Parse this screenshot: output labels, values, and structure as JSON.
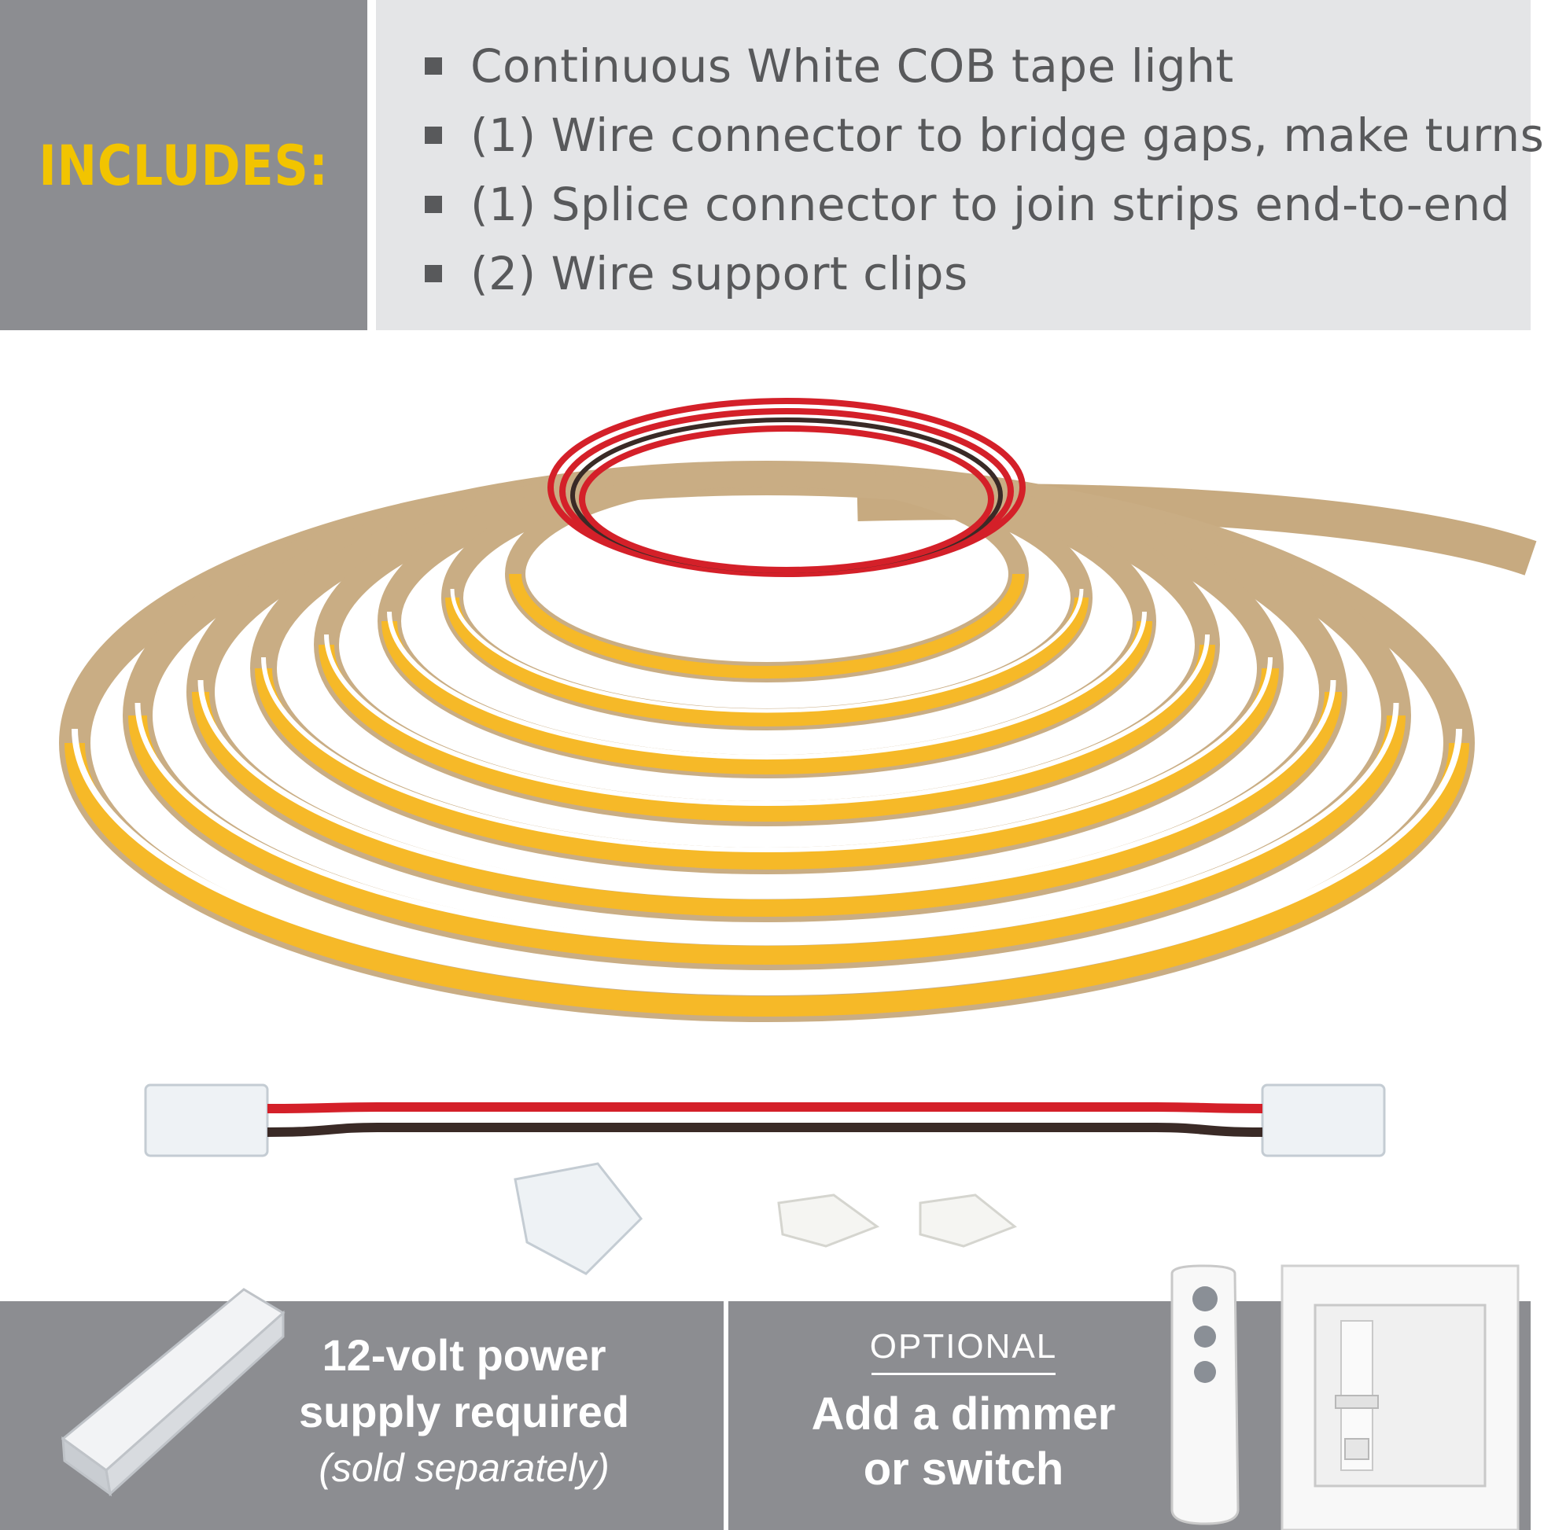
{
  "header": {
    "includes_label": "INCLUDES:",
    "items": [
      "Continuous White COB tape light",
      "(1) Wire connector to bridge gaps, make turns",
      "(1) Splice connector to join strips end-to-end",
      "(2) Wire support clips"
    ]
  },
  "power_supply": {
    "title_line1": "12-volt power",
    "title_line2": "supply required",
    "subtitle": "(sold separately)"
  },
  "optional": {
    "label": "OPTIONAL",
    "title_line1": "Add a dimmer",
    "title_line2": "or switch"
  },
  "colors": {
    "gray_panel": "#8c8d91",
    "light_panel": "#e4e5e7",
    "accent_yellow": "#f2c400",
    "text_gray": "#58595b",
    "tape_yellow": "#f6b928",
    "wire_red": "#d42029",
    "wire_black": "#3a2a26"
  }
}
